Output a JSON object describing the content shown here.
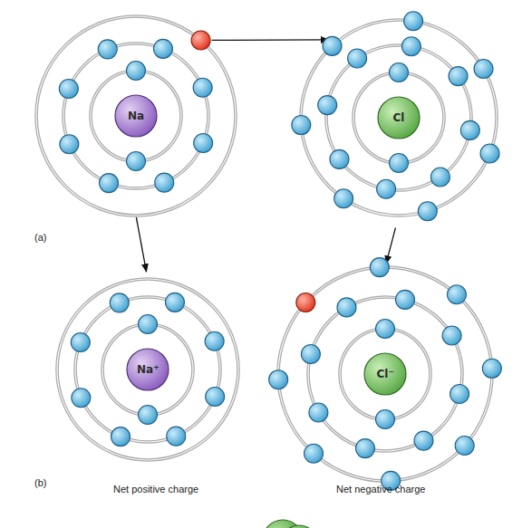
{
  "diagram": {
    "nodes": [
      {
        "text": [
          "Na"
        ]
      },
      {
        "text": [
          "Cl"
        ]
      },
      {
        "text": [
          "Na⁺"
        ]
      },
      {
        "text": [
          "Cl⁻"
        ]
      }
    ],
    "edges": [
      {
        "from": 0,
        "to": 1,
        "arrow": "to"
      },
      {
        "from": 0,
        "to": 2,
        "arrow": "to"
      },
      {
        "from": 1,
        "to": 3,
        "arrow": "to"
      }
    ],
    "labels": [
      "(a)",
      "(b)",
      "Net positive charge",
      "Net negative charge"
    ]
  }
}
